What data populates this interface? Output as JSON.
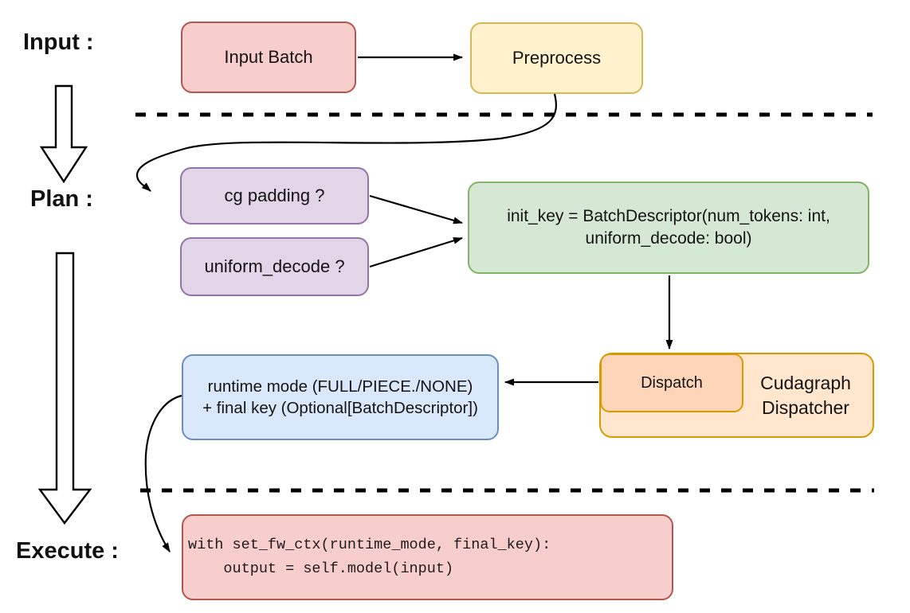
{
  "stage_labels": {
    "input": "Input :",
    "plan": "Plan :",
    "execute": "Execute :"
  },
  "nodes": {
    "input_batch": {
      "label": "Input Batch"
    },
    "preprocess": {
      "label": "Preprocess"
    },
    "cg_padding": {
      "label": "cg padding ?"
    },
    "uniform_decode": {
      "label": "uniform_decode ?"
    },
    "init_key": {
      "line1": "init_key = BatchDescriptor(num_tokens: int,",
      "line2": "uniform_decode: bool)"
    },
    "dispatch": {
      "label": "Dispatch"
    },
    "cudagraph_dispatcher": {
      "line1": "Cudagraph",
      "line2": "Dispatcher"
    },
    "runtime_mode": {
      "line1": "runtime mode (FULL/PIECE./NONE)",
      "line2": "+ final key (Optional[BatchDescriptor])"
    },
    "execute_code": {
      "line1": "with set_fw_ctx(runtime_mode, final_key):",
      "line2": "    output = self.model(input)"
    }
  },
  "colors": {
    "red_fill": "#f8cecc",
    "red_stroke": "#b85450",
    "yellow_fill": "#fff2cc",
    "yellow_stroke": "#d6b656",
    "purple_fill": "#e1d5e7",
    "purple_stroke": "#9673a6",
    "green_fill": "#d5e8d4",
    "green_stroke": "#82b366",
    "blue_fill": "#dae8fc",
    "blue_stroke": "#6c8ebf",
    "orange_outer_fill": "#ffe6cc",
    "orange_inner_fill": "#ffd5ba",
    "orange_stroke": "#d79b00",
    "connector": "#000000"
  }
}
